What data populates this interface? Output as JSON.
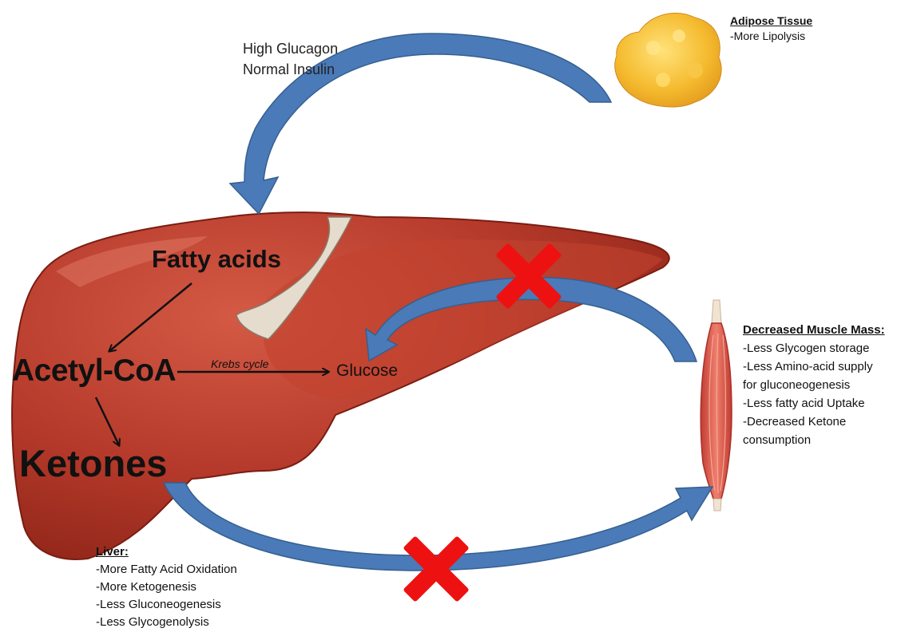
{
  "hormones": {
    "line1": "High Glucagon",
    "line2": "Normal Insulin"
  },
  "liver_labels": {
    "fatty_acids": "Fatty acids",
    "acetyl_coa": "Acetyl-CoA",
    "ketones": "Ketones",
    "krebs_cycle": "Krebs cycle",
    "glucose": "Glucose"
  },
  "adipose": {
    "heading": "Adipose Tissue",
    "items": [
      "-More Lipolysis"
    ]
  },
  "muscle": {
    "heading": "Decreased Muscle Mass:",
    "items": [
      "-Less Glycogen storage",
      "-Less Amino-acid supply",
      "for gluconeogenesis",
      "-Less fatty acid Uptake",
      "-Decreased Ketone",
      "consumption"
    ]
  },
  "liver": {
    "heading": "Liver:",
    "items": [
      "-More  Fatty Acid Oxidation",
      "-More  Ketogenesis",
      "-Less Gluconeogenesis",
      "-Less Glycogenolysis"
    ]
  },
  "colors": {
    "arrow": "#4a7ab8",
    "cross": "#ee1111",
    "liver": "#b23a2a",
    "fat": "#f2b62a",
    "muscle": "#d9574a"
  }
}
